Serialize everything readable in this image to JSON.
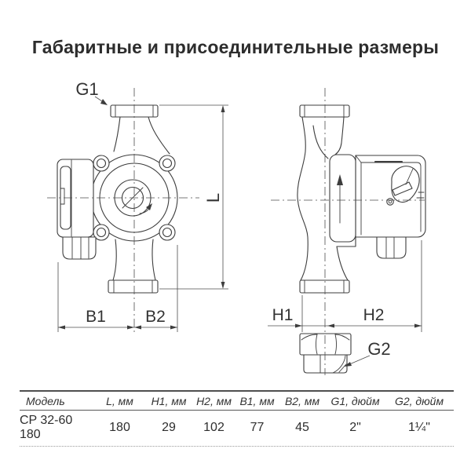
{
  "title": "Габаритные и присоединительные размеры",
  "drawing": {
    "front_view": {
      "labels": {
        "g1": "G1",
        "l": "L",
        "b1": "B1",
        "b2": "B2"
      }
    },
    "side_view": {
      "labels": {
        "h1": "H1",
        "h2": "H2",
        "g2": "G2"
      }
    }
  },
  "colors": {
    "line": "#3d3d3d",
    "text": "#333333",
    "table_rule": "#4f4f4f"
  },
  "table": {
    "columns": [
      "Модель",
      "L, мм",
      "H1, мм",
      "H2, мм",
      "B1, мм",
      "B2, мм",
      "G1, дюйм",
      "G2, дюйм"
    ],
    "rows": [
      [
        "CP 32-60 180",
        "180",
        "29",
        "102",
        "77",
        "45",
        "2\"",
        "1¼\""
      ]
    ]
  }
}
